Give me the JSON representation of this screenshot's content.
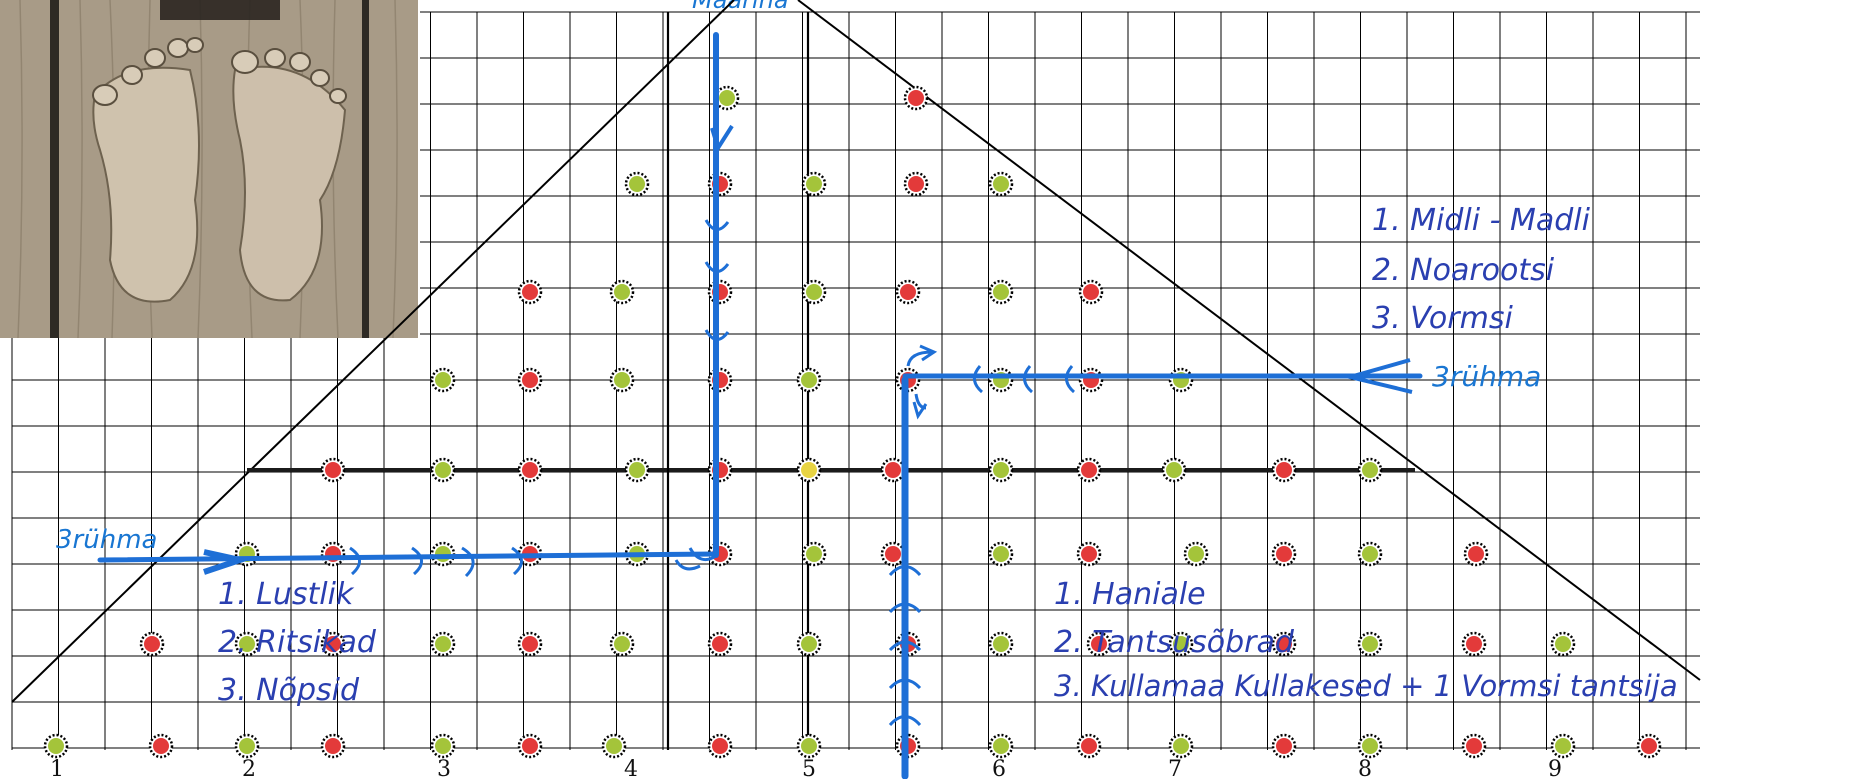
{
  "photo": {
    "subject": "bare-feet-wooden-floor-photo"
  },
  "top_label": "Maarina",
  "axis_labels": [
    "1",
    "2",
    "3",
    "4",
    "5",
    "6",
    "7",
    "8",
    "9"
  ],
  "entry_labels": {
    "left": "3rühma",
    "right": "3rühma"
  },
  "group_lists": {
    "top_right": [
      "1. Midli - Madli",
      "2. Noarootsi",
      "3. Vormsi"
    ],
    "bottom_left": [
      "1. Lustlik",
      "2. Ritsikad",
      "3. Nõpsid"
    ],
    "bottom_right": [
      "1. Haniale",
      "2. Tantsusõbrad",
      "3. Kullamaa Kullakesed + 1 Vormsi tantsija"
    ]
  },
  "colors": {
    "red": "#e33a3a",
    "green": "#a4c43a",
    "yellow": "#e8d443",
    "ink": "#2a3fb0",
    "route": "#1e6fd6"
  },
  "rows": [
    [
      [
        727,
        "green"
      ],
      [
        916,
        "red"
      ]
    ],
    [
      [
        637,
        "green"
      ],
      [
        720,
        "red"
      ],
      [
        814,
        "green"
      ],
      [
        916,
        "red"
      ],
      [
        1001,
        "green"
      ]
    ],
    [
      [
        530,
        "red"
      ],
      [
        622,
        "green"
      ],
      [
        720,
        "red"
      ],
      [
        814,
        "green"
      ],
      [
        908,
        "red"
      ],
      [
        1001,
        "green"
      ],
      [
        1091,
        "red"
      ]
    ],
    [
      [
        443,
        "green"
      ],
      [
        530,
        "red"
      ],
      [
        622,
        "green"
      ],
      [
        720,
        "red"
      ],
      [
        809,
        "green"
      ],
      [
        908,
        "red"
      ],
      [
        1001,
        "green"
      ],
      [
        1091,
        "red"
      ],
      [
        1181,
        "green"
      ]
    ],
    [
      [
        333,
        "red"
      ],
      [
        443,
        "green"
      ],
      [
        530,
        "red"
      ],
      [
        637,
        "green"
      ],
      [
        720,
        "red"
      ],
      [
        809,
        "yellow"
      ],
      [
        893,
        "red"
      ],
      [
        1001,
        "green"
      ],
      [
        1089,
        "red"
      ],
      [
        1174,
        "green"
      ],
      [
        1284,
        "red"
      ],
      [
        1370,
        "green"
      ]
    ],
    [
      [
        247,
        "green"
      ],
      [
        333,
        "red"
      ],
      [
        443,
        "green"
      ],
      [
        530,
        "red"
      ],
      [
        637,
        "green"
      ],
      [
        720,
        "red"
      ],
      [
        814,
        "green"
      ],
      [
        893,
        "red"
      ],
      [
        1001,
        "green"
      ],
      [
        1089,
        "red"
      ],
      [
        1196,
        "green"
      ],
      [
        1284,
        "red"
      ],
      [
        1370,
        "green"
      ],
      [
        1476,
        "red"
      ]
    ],
    [
      [
        152,
        "red"
      ],
      [
        247,
        "green"
      ],
      [
        333,
        "red"
      ],
      [
        443,
        "green"
      ],
      [
        530,
        "red"
      ],
      [
        622,
        "green"
      ],
      [
        720,
        "red"
      ],
      [
        809,
        "green"
      ],
      [
        908,
        "red"
      ],
      [
        1001,
        "green"
      ],
      [
        1099,
        "red"
      ],
      [
        1181,
        "green"
      ],
      [
        1284,
        "red"
      ],
      [
        1370,
        "green"
      ],
      [
        1474,
        "red"
      ],
      [
        1563,
        "green"
      ]
    ],
    [
      [
        56,
        "green"
      ],
      [
        161,
        "red"
      ],
      [
        247,
        "green"
      ],
      [
        333,
        "red"
      ],
      [
        443,
        "green"
      ],
      [
        530,
        "red"
      ],
      [
        614,
        "green"
      ],
      [
        720,
        "red"
      ],
      [
        809,
        "green"
      ],
      [
        908,
        "red"
      ],
      [
        1001,
        "green"
      ],
      [
        1089,
        "red"
      ],
      [
        1181,
        "green"
      ],
      [
        1284,
        "red"
      ],
      [
        1370,
        "green"
      ],
      [
        1474,
        "red"
      ],
      [
        1563,
        "green"
      ],
      [
        1649,
        "red"
      ]
    ]
  ]
}
